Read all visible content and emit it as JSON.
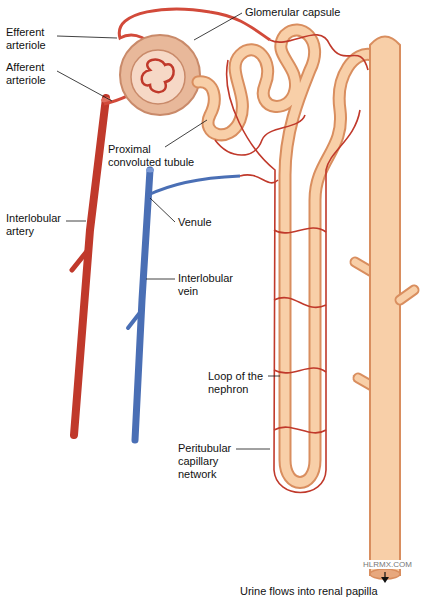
{
  "diagram": {
    "labels": [
      "Glomerular capsule",
      "Efferent arteriole",
      "Afferent arteriole",
      "Proximal convoluted tubule",
      "Interlobular artery",
      "Venule",
      "Interlobular vein",
      "Loop of the nephron",
      "Peritubular capillary network",
      "Urine flows into renal papilla",
      "HLRMX.COM"
    ]
  }
}
